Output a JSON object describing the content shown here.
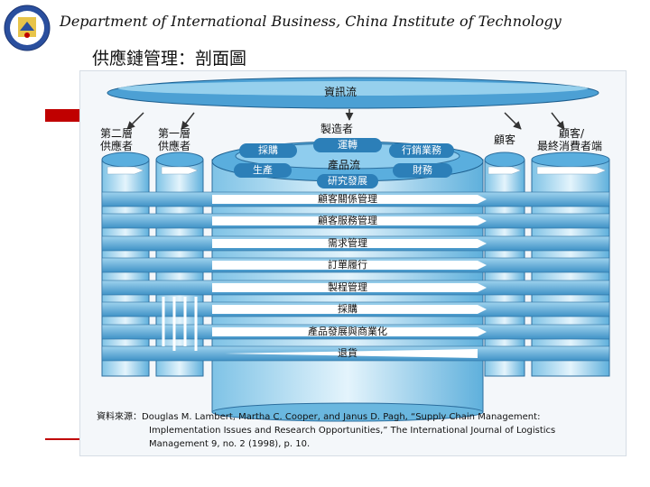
{
  "header": {
    "title": "Department of International Business, China Institute of Technology",
    "subtitle": "供應鏈管理：剖面圖"
  },
  "diagram": {
    "info_flow": "資訊流",
    "manufacturer": "製造者",
    "tier2_supplier": [
      "第二層",
      "供應者"
    ],
    "tier1_supplier": [
      "第一層",
      "供應者"
    ],
    "customer": "顧客",
    "end_consumer": [
      "顧客/",
      "最終消費者端"
    ],
    "functions": {
      "purchasing": "採購",
      "logistics": "運轉",
      "marketing_sales": "行銷業務",
      "production": "生產",
      "finance": "財務",
      "rd": "研究發展"
    },
    "product_flow": "產品流",
    "processes": [
      "顧客關係管理",
      "顧客服務管理",
      "需求管理",
      "訂單履行",
      "製程管理",
      "採購",
      "產品發展與商業化",
      "退貨"
    ]
  },
  "source": {
    "line1": "資料來源：Douglas M. Lambert, Martha C. Cooper, and Janus D. Pagh, “Supply Chain Management:",
    "line2": "Implementation Issues and Research Opportunities,” The International Journal of Logistics",
    "line3": "Management 9, no. 2 (1998), p. 10."
  },
  "colors": {
    "accent_red": "#c00000",
    "band_blue": "#2c7fb8",
    "cylinder_light": "#a6d8f0"
  }
}
